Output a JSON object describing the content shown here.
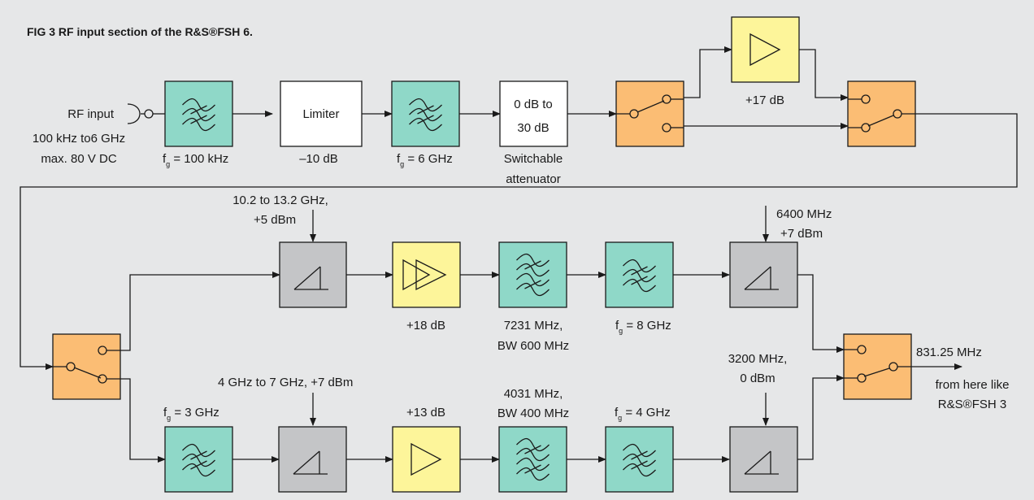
{
  "figure": {
    "title": "FIG 3     RF input section of the R&S®FSH 6."
  },
  "colors": {
    "background": "#e6e7e8",
    "filter": "#8fd8c8",
    "amplifier": "#fdf59a",
    "switch": "#fbbd74",
    "mixer": "#c4c5c7",
    "plain": "#ffffff"
  },
  "labels": {
    "rf_input": "RF input",
    "rf_range": "100 kHz to6 GHz",
    "rf_max": "max. 80 V DC",
    "fg": "f",
    "fg_sub": "g",
    "lp1_value": " = 100 kHz",
    "limiter": "Limiter",
    "limiter_loss": "–10 dB",
    "lp2_value": " = 6 GHz",
    "att_line1": "0 dB to",
    "att_line2": "30 dB",
    "att_cap1": "Switchable",
    "att_cap2": "attenuator",
    "amp1_gain": "+17 dB",
    "lo1_line1": "10.2 to 13.2 GHz,",
    "lo1_line2": "+5 dBm",
    "amp2_gain": "+18 dB",
    "bp1_line1": "7231 MHz,",
    "bp1_line2": "BW 600 MHz",
    "lp3_value": " = 8 GHz",
    "lo2_line1": "6400 MHz",
    "lo2_line2": "+7 dBm",
    "lp4_value": " = 3 GHz",
    "lo3": "4 GHz to 7 GHz, +7 dBm",
    "amp3_gain": "+13 dB",
    "bp2_line1": "4031 MHz,",
    "bp2_line2": "BW 400 MHz",
    "lp5_value": " = 4 GHz",
    "lo4_line1": "3200 MHz,",
    "lo4_line2": "0 dBm",
    "output_freq": "831.25 MHz",
    "output_note1": "from here like",
    "output_note2": "R&S®FSH 3"
  },
  "icons": [
    "connector-icon",
    "lowpass-icon",
    "bandpass-icon",
    "amplifier-icon",
    "switch-icon",
    "mixer-icon"
  ]
}
